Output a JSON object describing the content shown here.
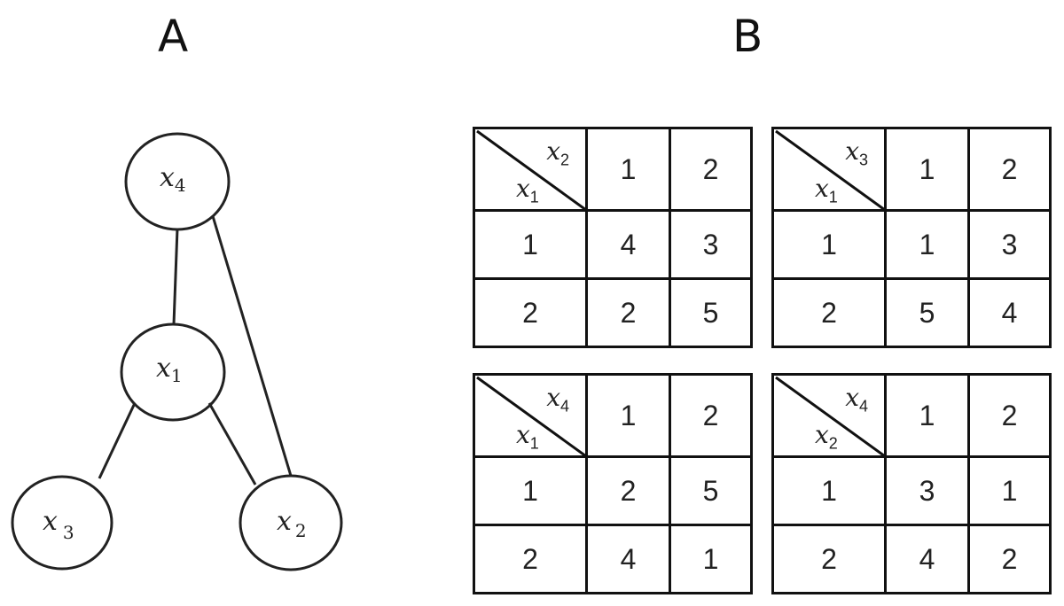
{
  "panels": {
    "a_label": "A",
    "b_label": "B"
  },
  "graph": {
    "nodes": [
      {
        "id": "x4",
        "var": "x",
        "sub": "4"
      },
      {
        "id": "x1",
        "var": "x",
        "sub": "1"
      },
      {
        "id": "x3",
        "var": "x",
        "sub": "3"
      },
      {
        "id": "x2",
        "var": "x",
        "sub": "2"
      }
    ],
    "edges": [
      [
        "x4",
        "x1"
      ],
      [
        "x4",
        "x2"
      ],
      [
        "x1",
        "x3"
      ],
      [
        "x1",
        "x2"
      ]
    ]
  },
  "tables": [
    {
      "col_var": "x",
      "col_sub": "2",
      "row_var": "x",
      "row_sub": "1",
      "col_headers": [
        "1",
        "2"
      ],
      "rows": [
        {
          "header": "1",
          "values": [
            "4",
            "3"
          ]
        },
        {
          "header": "2",
          "values": [
            "2",
            "5"
          ]
        }
      ]
    },
    {
      "col_var": "x",
      "col_sub": "3",
      "row_var": "x",
      "row_sub": "1",
      "col_headers": [
        "1",
        "2"
      ],
      "rows": [
        {
          "header": "1",
          "values": [
            "1",
            "3"
          ]
        },
        {
          "header": "2",
          "values": [
            "5",
            "4"
          ]
        }
      ]
    },
    {
      "col_var": "x",
      "col_sub": "4",
      "row_var": "x",
      "row_sub": "1",
      "col_headers": [
        "1",
        "2"
      ],
      "rows": [
        {
          "header": "1",
          "values": [
            "2",
            "5"
          ]
        },
        {
          "header": "2",
          "values": [
            "4",
            "1"
          ]
        }
      ]
    },
    {
      "col_var": "x",
      "col_sub": "4",
      "row_var": "x",
      "row_sub": "2",
      "col_headers": [
        "1",
        "2"
      ],
      "rows": [
        {
          "header": "1",
          "values": [
            "3",
            "1"
          ]
        },
        {
          "header": "2",
          "values": [
            "4",
            "2"
          ]
        }
      ]
    }
  ]
}
